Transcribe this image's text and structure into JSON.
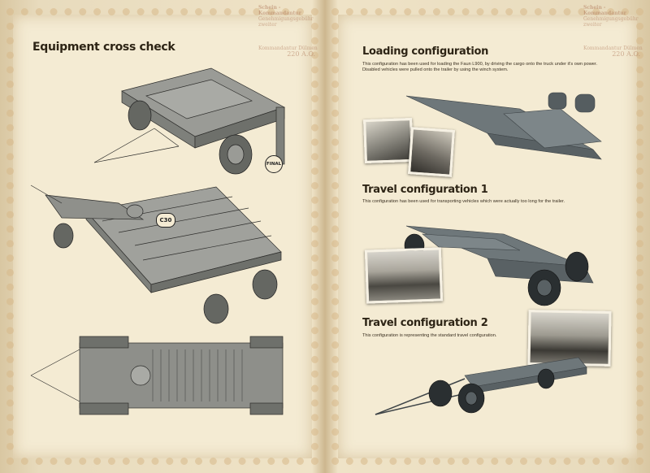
{
  "left_page": {
    "title": "Equipment cross check",
    "tags": {
      "final": "FINAL",
      "step": "C30"
    },
    "stamp": {
      "line1": "Schein - Kommandantur",
      "line2": "Genehmigungsgebühr zweiter",
      "line3": "Kommandantur Dülmen",
      "line4": "220",
      "line5": "A.O."
    }
  },
  "right_page": {
    "stamp": {
      "line1": "Schein - Kommandantur",
      "line2": "Genehmigungsgebühr zweiter",
      "line3": "Kommandantur Dülmen",
      "line4": "220",
      "line5": "A.O."
    },
    "sections": [
      {
        "title": "Loading configuration",
        "text": "This configuration has been used for loading the Faun L900, by driving the cargo onto the truck under it's own power. Disabled vehicles were pulled onto the trailer by using the winch system."
      },
      {
        "title": "Travel configuration 1",
        "text": "This configuration has been used for transporting vehicles which were actually too long for the trailer."
      },
      {
        "title": "Travel configuration 2",
        "text": "This configuration is representing the standard travel configuration."
      }
    ]
  },
  "colors": {
    "paper": "#f4ebd3",
    "border": "#d8b98a",
    "model_gray": "#6d7476",
    "drawing_gray": "#8a8a86",
    "ink": "#2d2415"
  }
}
